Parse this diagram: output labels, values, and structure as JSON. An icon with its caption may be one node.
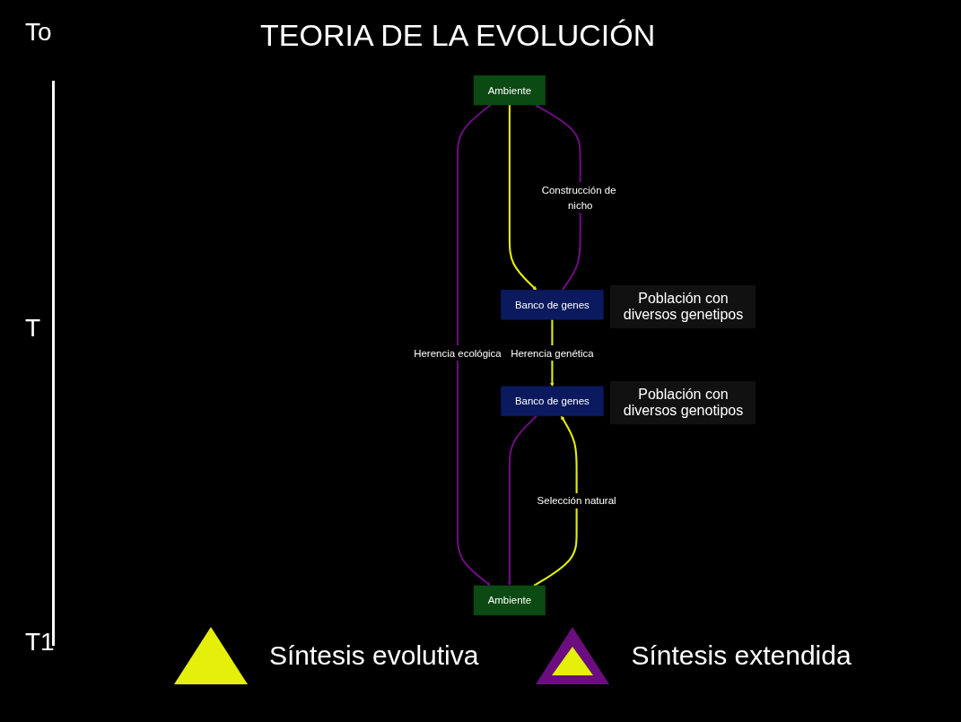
{
  "diagram": {
    "title": "TEORIA DE LA EVOLUCIÓN",
    "nodes": [
      {
        "text": [
          "Ambiente"
        ]
      },
      {
        "text": [
          "Banco de genes"
        ],
        "beside": [
          "Población con diversos genetipos"
        ]
      },
      {
        "text": [
          "Ambiente"
        ]
      },
      {
        "text": [
          "Banco de genes"
        ],
        "beside": [
          "Población con diversos genotipos"
        ]
      }
    ],
    "edges": [
      {
        "from": 0,
        "to": 1,
        "arrow": "to",
        "color": "#e5f00a"
      },
      {
        "from": 0,
        "to": 2,
        "arrow": "to",
        "color": "#6b0d7e",
        "label": "Herencia ecológica"
      },
      {
        "from": 1,
        "to": 3,
        "arrow": "to",
        "color": "#e5f00a",
        "label": "Herencia genética"
      },
      {
        "from": 2,
        "to": 3,
        "arrow": "to",
        "color": "#e5f00a",
        "label": "Selección natural"
      },
      {
        "from": 1,
        "to": 0,
        "arrow": "to",
        "color": "#6b0d7e",
        "label": "Construcción de nicho"
      },
      {
        "from": 3,
        "to": 2,
        "arrow": "to",
        "color": "#6b0d7e"
      }
    ],
    "labels": [
      "To",
      "T",
      "T1"
    ],
    "legend": [
      {
        "text": "Síntesis evolutiva",
        "color": "#e5f00a"
      },
      {
        "text": "Síntesis extendida",
        "color": "#6b0d7e"
      }
    ]
  }
}
